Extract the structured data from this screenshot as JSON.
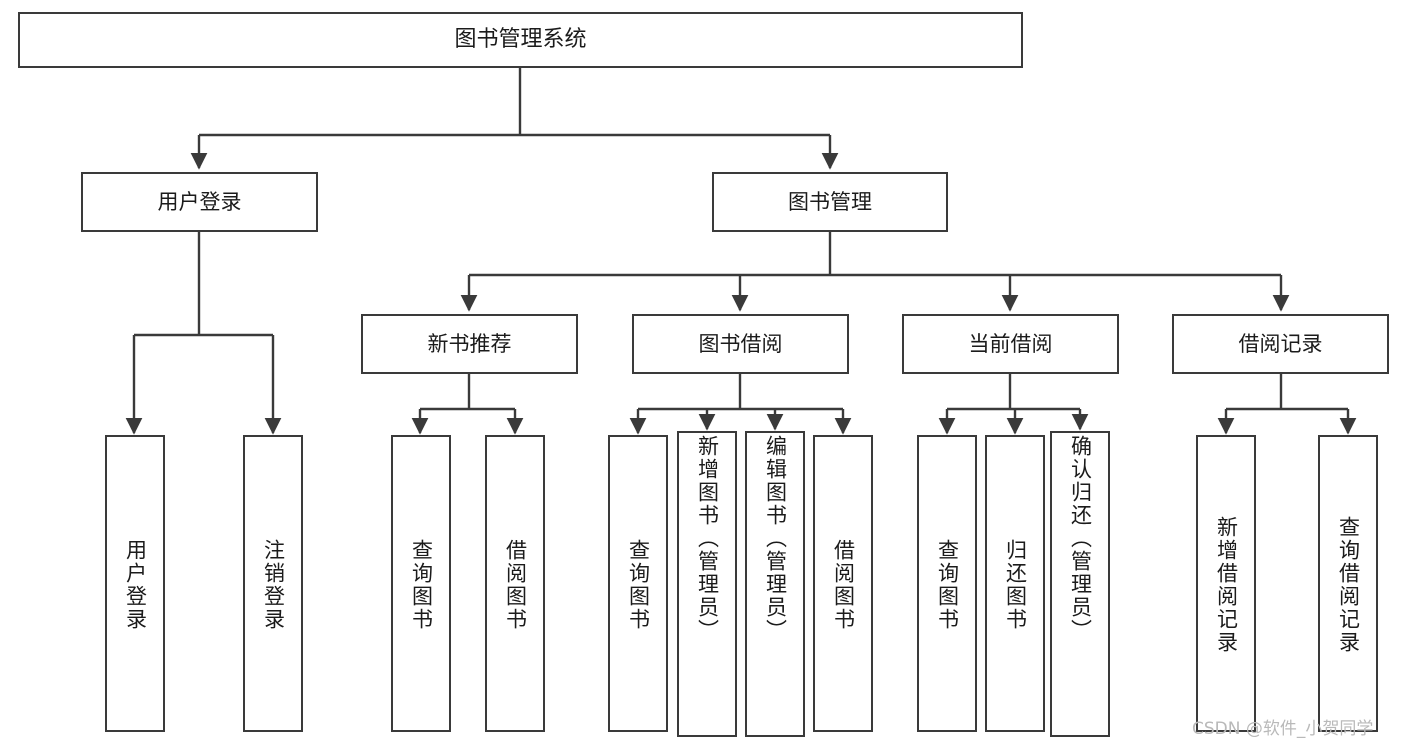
{
  "diagram": {
    "kind": "functional-structure-tree",
    "watermark": "CSDN @软件_小贺同学",
    "line_color": "#3a3a3a",
    "box_fill": "#ffffff",
    "text_color": "#1b1b1b",
    "watermark_color": "#b9b9b9"
  },
  "nodes": {
    "root": {
      "label": "图书管理系统"
    },
    "level2": [
      {
        "label": "用户登录"
      },
      {
        "label": "图书管理"
      }
    ],
    "level3": [
      {
        "label": "新书推荐"
      },
      {
        "label": "图书借阅"
      },
      {
        "label": "当前借阅"
      },
      {
        "label": "借阅记录"
      }
    ],
    "leaves": {
      "user_login": [
        {
          "label": "用户登录"
        },
        {
          "label": "注销登录"
        }
      ],
      "new_book_recommend": [
        {
          "label": "查询图书"
        },
        {
          "label": "借阅图书"
        }
      ],
      "book_borrow": [
        {
          "label": "查询图书"
        },
        {
          "label": "新增图书（管理员）"
        },
        {
          "label": "编辑图书（管理员）"
        },
        {
          "label": "借阅图书"
        }
      ],
      "current_borrow": [
        {
          "label": "查询图书"
        },
        {
          "label": "归还图书"
        },
        {
          "label": "确认归还（管理员）"
        }
      ],
      "borrow_records": [
        {
          "label": "新增借阅记录"
        },
        {
          "label": "查询借阅记录"
        }
      ]
    }
  }
}
